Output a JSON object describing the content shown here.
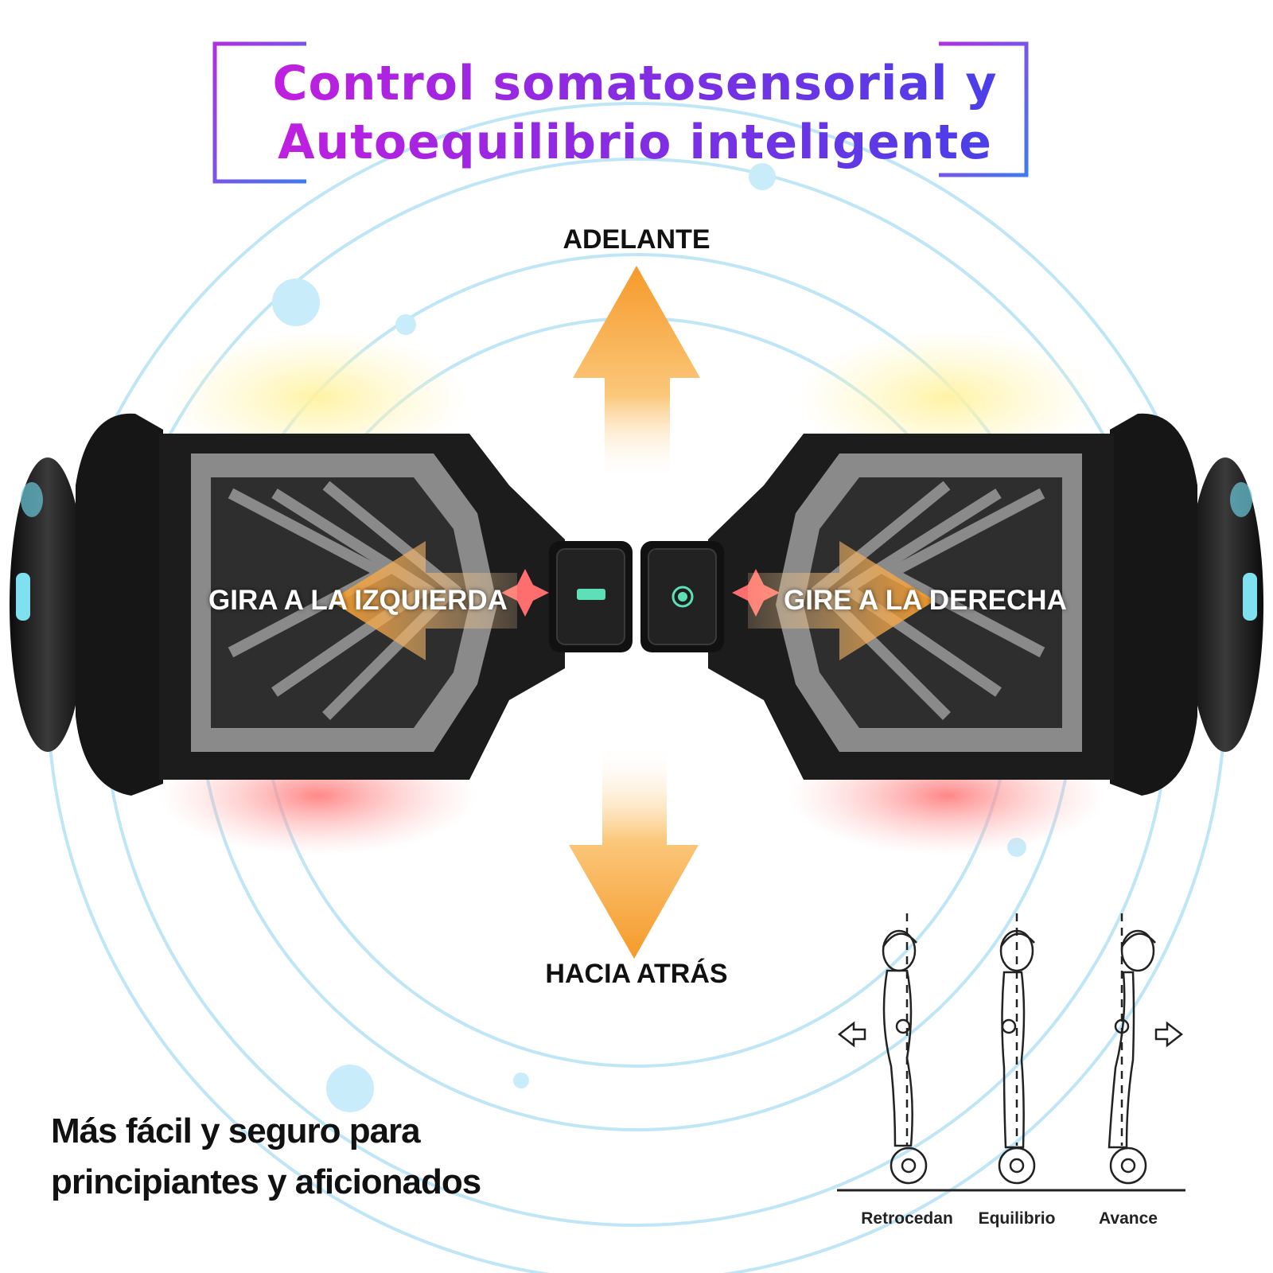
{
  "title": {
    "line1": "Control somatosensorial y",
    "line2": "Autoequilibrio inteligente"
  },
  "directions": {
    "forward": "ADELANTE",
    "backward": "HACIA ATRÁS",
    "left": "GIRA A LA IZQUIERDA",
    "right": "GIRE A LA DERECHA"
  },
  "footer": {
    "line1": "Más fácil y seguro para",
    "line2": "principiantes y aficionados"
  },
  "poses": [
    {
      "label": "Retrocedan"
    },
    {
      "label": "Equilibrio"
    },
    {
      "label": "Avance"
    }
  ],
  "colors": {
    "arrow": "#f7a437",
    "ring": "#bfe6f6",
    "ring_dot": "#c9ecfa",
    "board_body": "#1c1c1c",
    "pad_grey": "#8a8a8a",
    "glow_yellow": "#ffe97a",
    "glow_red": "#ff6a6a",
    "battery_led": "#5de0b8",
    "cross_mark": "#ff6e6e"
  },
  "icons": [
    "arrow-up-icon",
    "arrow-down-icon",
    "arrow-left-icon",
    "arrow-right-icon",
    "cross-mark-icon",
    "battery-icon",
    "power-led-icon",
    "stick-figure-icon"
  ]
}
